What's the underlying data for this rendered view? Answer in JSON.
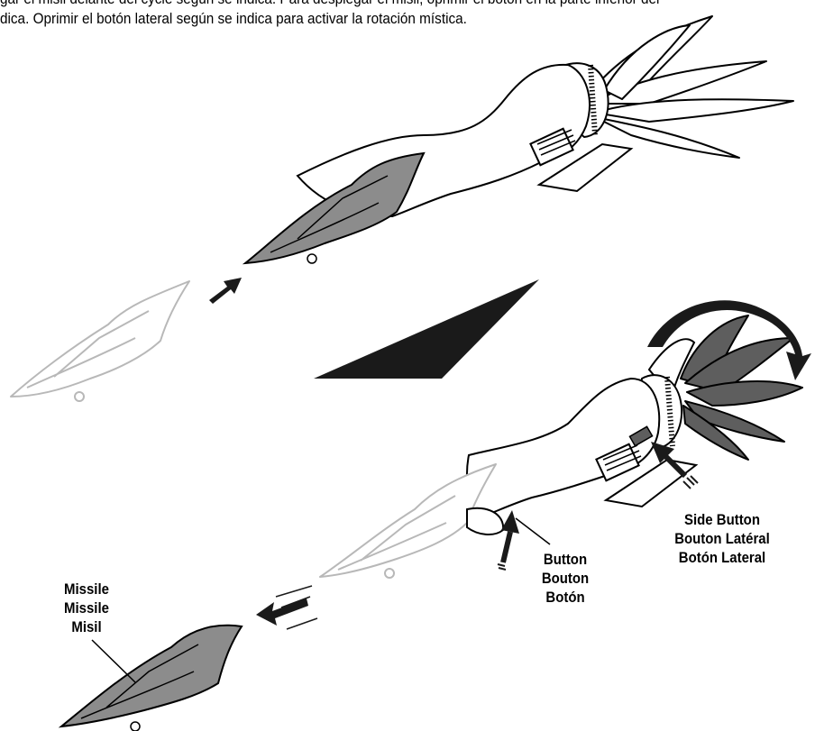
{
  "instructions": {
    "line1": "gar el misil delante del cycle según se indica. Para desplegar el misil, oprimir el botón en la parte inferior del",
    "line2": "dica. Oprimir el botón lateral según se indica para activar la rotación mística."
  },
  "labels": {
    "side_button": [
      "Side Button",
      "Bouton Latéral",
      "Botón Lateral"
    ],
    "button": [
      "Button",
      "Bouton",
      "Botón"
    ],
    "missile": [
      "Missile",
      "Missile",
      "Misil"
    ]
  },
  "colors": {
    "missile_fill": "#8c8c8c",
    "fin_fill": "#5e5e5e",
    "outline": "#000000",
    "ghost_outline": "#b8b8b8",
    "arrow": "#1a1a1a"
  },
  "icons": {
    "insert_arrow": "arrow-up-right-icon",
    "launch_arrow": "arrow-left-icon",
    "rotation_arrow": "curved-rotation-arrow-icon",
    "step_divider": "wedge-pointer-icon"
  }
}
